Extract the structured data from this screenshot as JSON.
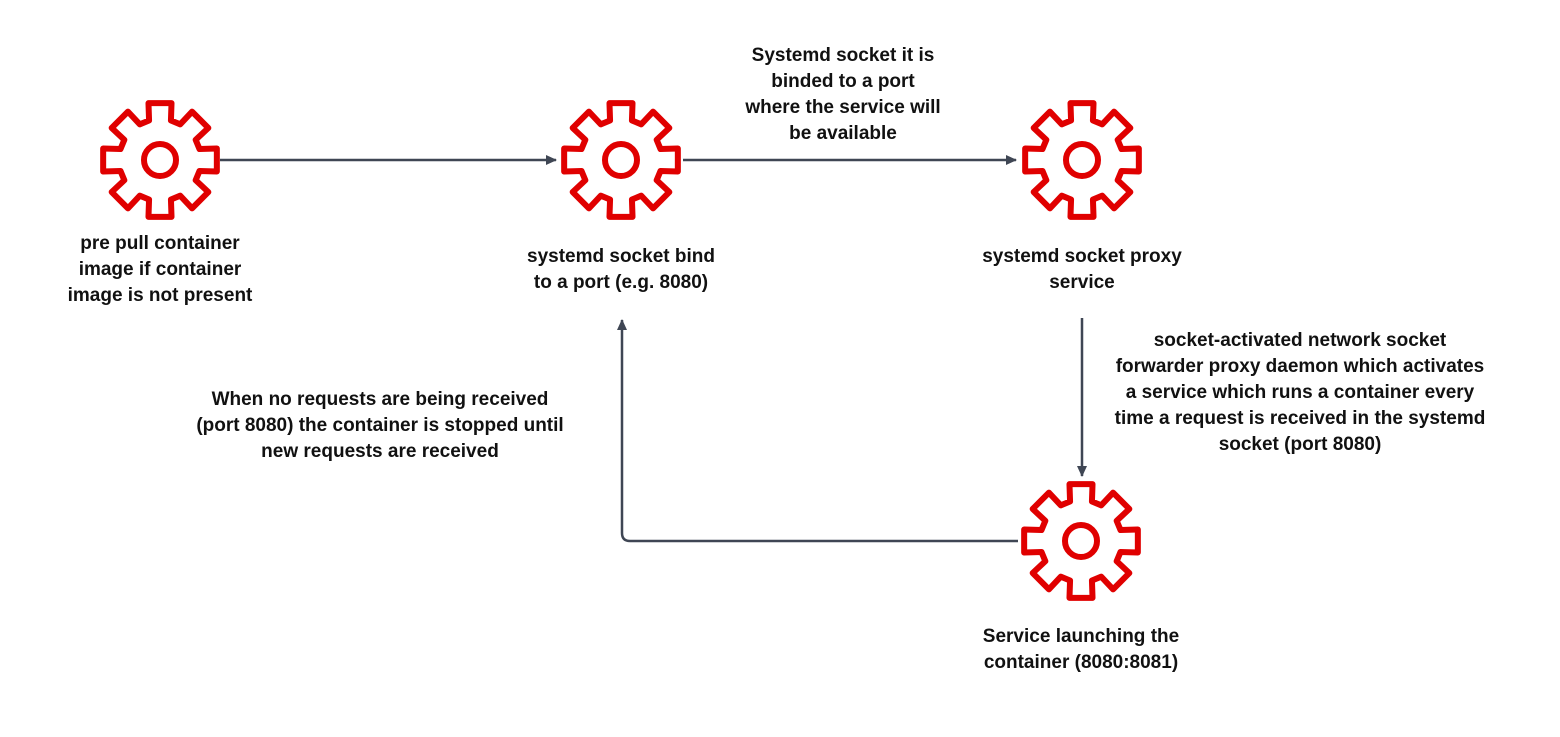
{
  "colors": {
    "gear": "#e00000",
    "arrow": "#3f4654",
    "text": "#111111"
  },
  "nodes": {
    "pre_pull": {
      "icon": "gear-icon",
      "label_lines": [
        "pre pull container",
        "image if container",
        "image is not present"
      ]
    },
    "socket_bind": {
      "icon": "gear-icon",
      "label_lines": [
        "systemd socket bind",
        "to a port (e.g. 8080)"
      ]
    },
    "socket_proxy": {
      "icon": "gear-icon",
      "label_lines": [
        "systemd socket proxy",
        "service"
      ]
    },
    "service_launch": {
      "icon": "gear-icon",
      "label_lines": [
        "Service launching the",
        "container (8080:8081)"
      ]
    }
  },
  "edges": {
    "bind_to_proxy": {
      "label_lines": [
        "Systemd socket it is",
        "binded to a port",
        "where the service will",
        "be available"
      ]
    },
    "proxy_to_launch": {
      "label_lines": [
        "socket-activated network socket",
        "forwarder proxy daemon which activates",
        "a service which runs a container every",
        "time a request is received in the systemd",
        "socket (port 8080)"
      ]
    },
    "launch_to_bind": {
      "label_lines": [
        "When no requests are being received",
        "(port 8080) the container is stopped until",
        "new requests are received"
      ]
    }
  }
}
